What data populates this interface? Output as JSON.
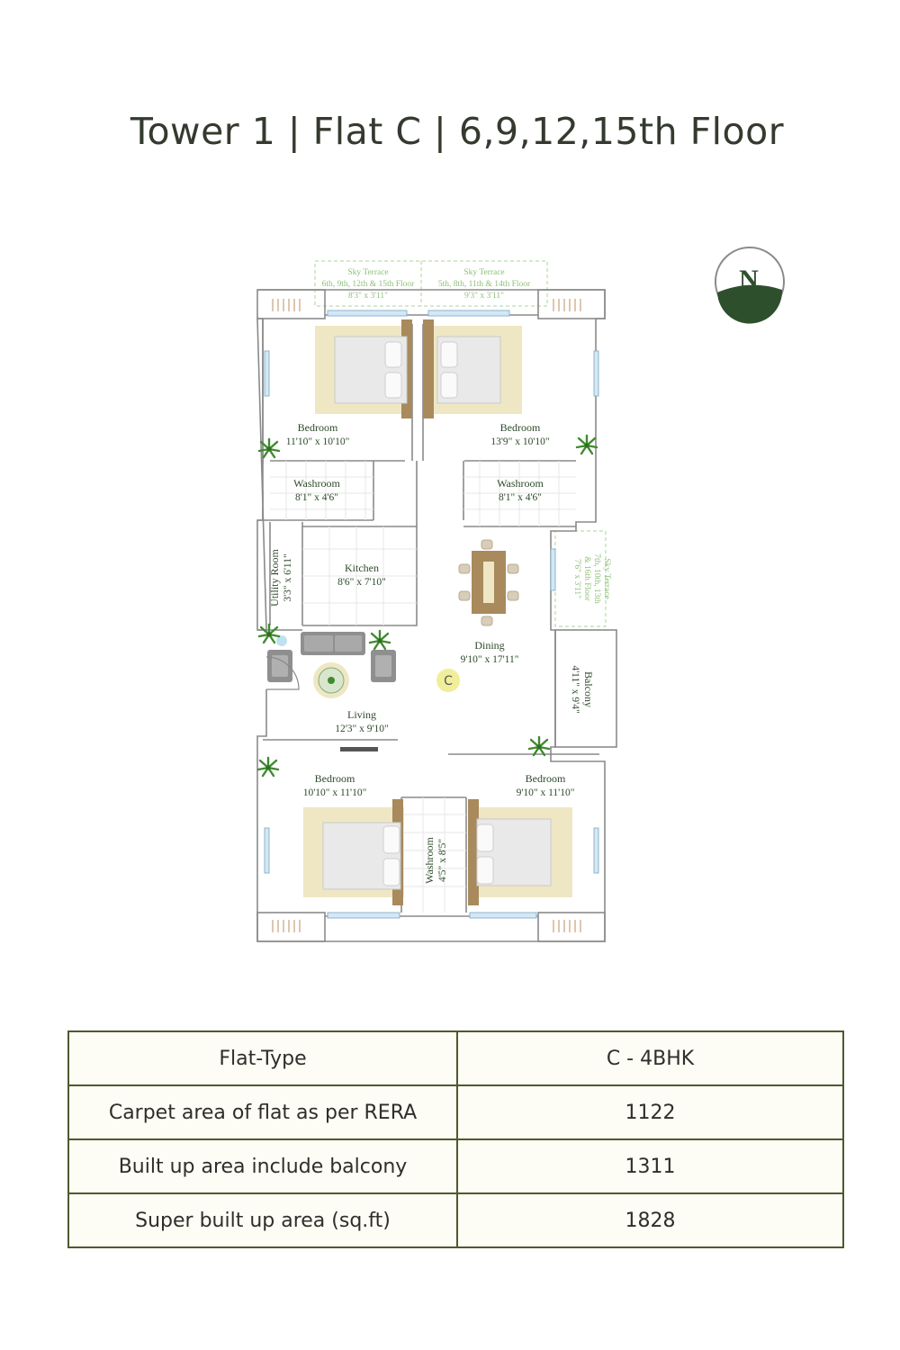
{
  "title": "Tower 1 | Flat C | 6,9,12,15th Floor",
  "compass": {
    "letter": "N",
    "icon": "north-compass-icon",
    "accent": "#2e4f2c"
  },
  "unit_marker": "C",
  "rooms": {
    "bedroom_nw": {
      "name": "Bedroom",
      "size": "11'10\" x 10'10\""
    },
    "bedroom_ne": {
      "name": "Bedroom",
      "size": "13'9\" x 10'10\""
    },
    "washroom_w": {
      "name": "Washroom",
      "size": "8'1\" x 4'6\""
    },
    "washroom_e": {
      "name": "Washroom",
      "size": "8'1\" x 4'6\""
    },
    "kitchen": {
      "name": "Kitchen",
      "size": "8'6\" x 7'10\""
    },
    "utility": {
      "name": "Utility Room",
      "size": "3'3\" x 6'11\""
    },
    "dining": {
      "name": "Dining",
      "size": "9'10\" x 17'11\""
    },
    "living": {
      "name": "Living",
      "size": "12'3\" x 9'10\""
    },
    "balcony": {
      "name": "Balcony",
      "size": "4'11\" x 9'4\""
    },
    "bedroom_sw": {
      "name": "Bedroom",
      "size": "10'10\" x 11'10\""
    },
    "bedroom_se": {
      "name": "Bedroom",
      "size": "9'10\" x 11'10\""
    },
    "washroom_s": {
      "name": "Washroom",
      "size": "4'5\" x 8'5\""
    }
  },
  "terraces": {
    "left": {
      "name": "Sky Terrace",
      "floors": "6th, 9th, 12th & 15th Floor",
      "size": "8'3\" x 3'11\""
    },
    "right": {
      "name": "Sky Terrace",
      "floors": "5th, 8th, 11th & 14th Floor",
      "size": "9'3\" x 3'11\""
    },
    "east": {
      "name": "Sky Terrace",
      "floors_a": "7th, 10th, 13th",
      "floors_b": "& 16th Floor",
      "size": "7'6\" x 3'11\""
    }
  },
  "spec_table": [
    {
      "label": "Flat-Type",
      "value": "C - 4BHK"
    },
    {
      "label": "Carpet area of flat as per RERA",
      "value": "1122"
    },
    {
      "label": "Built up area include balcony",
      "value": "1311"
    },
    {
      "label": "Super built up area (sq.ft)",
      "value": "1828"
    }
  ],
  "colors": {
    "wall": "#8a8a8a",
    "bed_rug": "#efe7c4",
    "wood": "#a88a5c",
    "plant": "#3f8a2f",
    "table_border": "#4d5a2e",
    "terrace_text": "#8ec07a"
  }
}
